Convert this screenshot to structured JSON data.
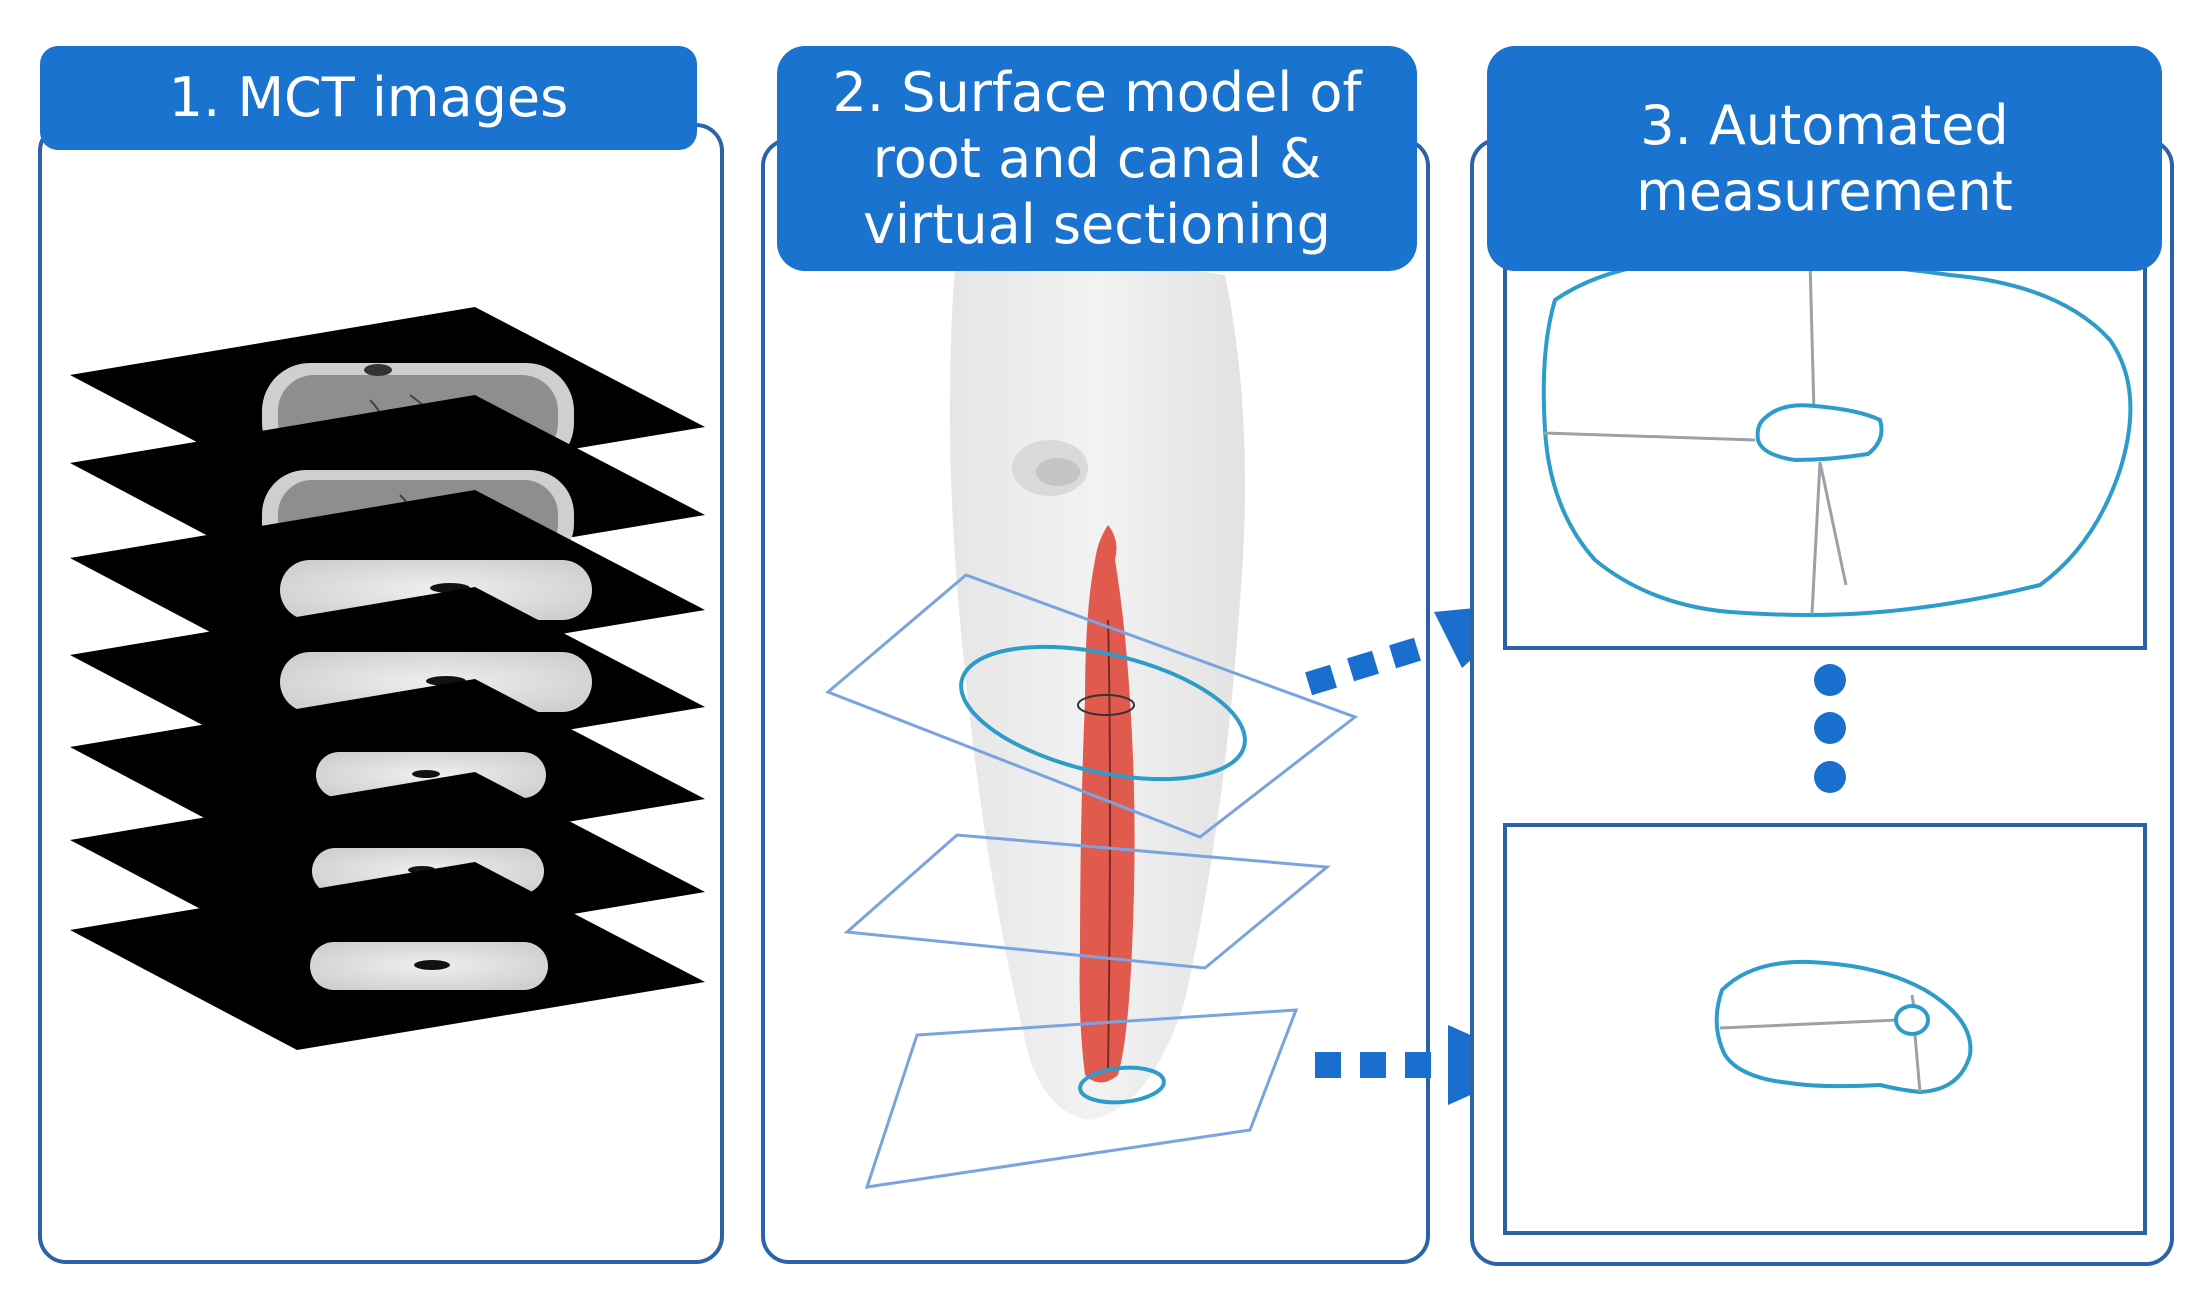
{
  "colors": {
    "header_fill": "#1a73cf",
    "panel_border": "#2b62a8",
    "slice_black": "#000000",
    "tooth_outline": "#2e9cc9",
    "canal_fill": "#e05a4e",
    "section_plane": "#7aa3e0",
    "arrow": "#1a6fce",
    "crosshair": "#9aa2a8"
  },
  "icons": {
    "ellipsis": "three-dot-vertical-ellipsis",
    "arrows": "dashed-arrow-right"
  },
  "panels": [
    {
      "id": "mct",
      "title_lines": [
        "1. MCT images"
      ]
    },
    {
      "id": "surface",
      "title_lines": [
        "2. Surface model of",
        "root and canal &",
        "virtual sectioning"
      ]
    },
    {
      "id": "measure",
      "title_lines": [
        "3. Automated",
        "measurement"
      ]
    }
  ]
}
